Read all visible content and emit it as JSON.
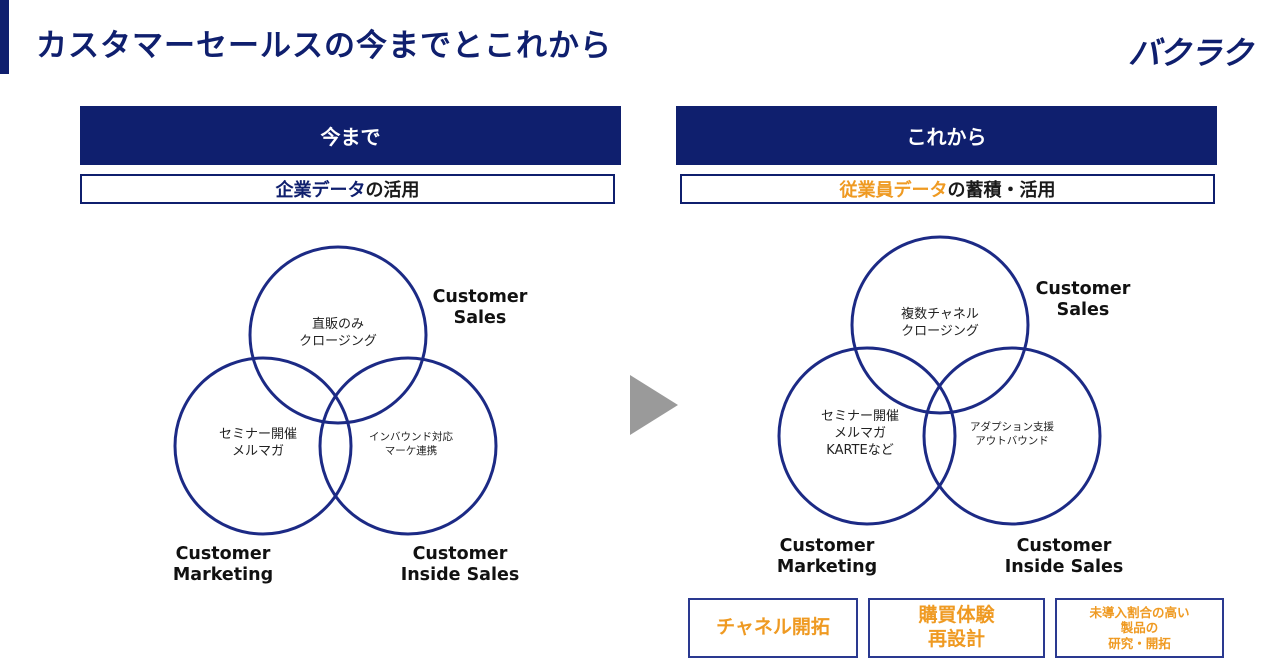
{
  "slide": {
    "title": "カスタマーセールスの今までとこれから",
    "logo": "バクラク"
  },
  "left": {
    "header": "今まで",
    "subtitle_highlight": "企業データ",
    "subtitle_rest": "の活用",
    "venn": {
      "top_label_1": "Customer",
      "top_label_2": "Sales",
      "left_label_1": "Customer",
      "left_label_2": "Marketing",
      "right_label_1": "Customer",
      "right_label_2": "Inside Sales",
      "top_text_1": "直販のみ",
      "top_text_2": "クロージング",
      "left_text_1": "セミナー開催",
      "left_text_2": "メルマガ",
      "right_text_1": "インバウンド対応",
      "right_text_2": "マーケ連携"
    }
  },
  "transition": {
    "icon": "play-triangle-icon"
  },
  "right": {
    "header": "これから",
    "subtitle_highlight": "従業員データ",
    "subtitle_rest": "の蓄積・活用",
    "venn": {
      "top_label_1": "Customer",
      "top_label_2": "Sales",
      "left_label_1": "Customer",
      "left_label_2": "Marketing",
      "right_label_1": "Customer",
      "right_label_2": "Inside Sales",
      "top_text_1": "複数チャネル",
      "top_text_2": "クロージング",
      "left_text_1": "セミナー開催",
      "left_text_2": "メルマガ",
      "left_text_3": "KARTEなど",
      "right_text_1": "アダプション支援",
      "right_text_2": "アウトバウンド"
    },
    "outcomes": {
      "box1": "チャネル開拓",
      "box2_line1": "購買体験",
      "box2_line2": "再設計",
      "box3_line1": "未導入割合の高い",
      "box3_line2": "製品の",
      "box3_line3": "研究・開拓"
    }
  },
  "colors": {
    "navy": "#0f1f6e",
    "circle_stroke": "#1c2a85",
    "orange": "#ef9a22",
    "arrow_gray": "#9a9a9a"
  }
}
